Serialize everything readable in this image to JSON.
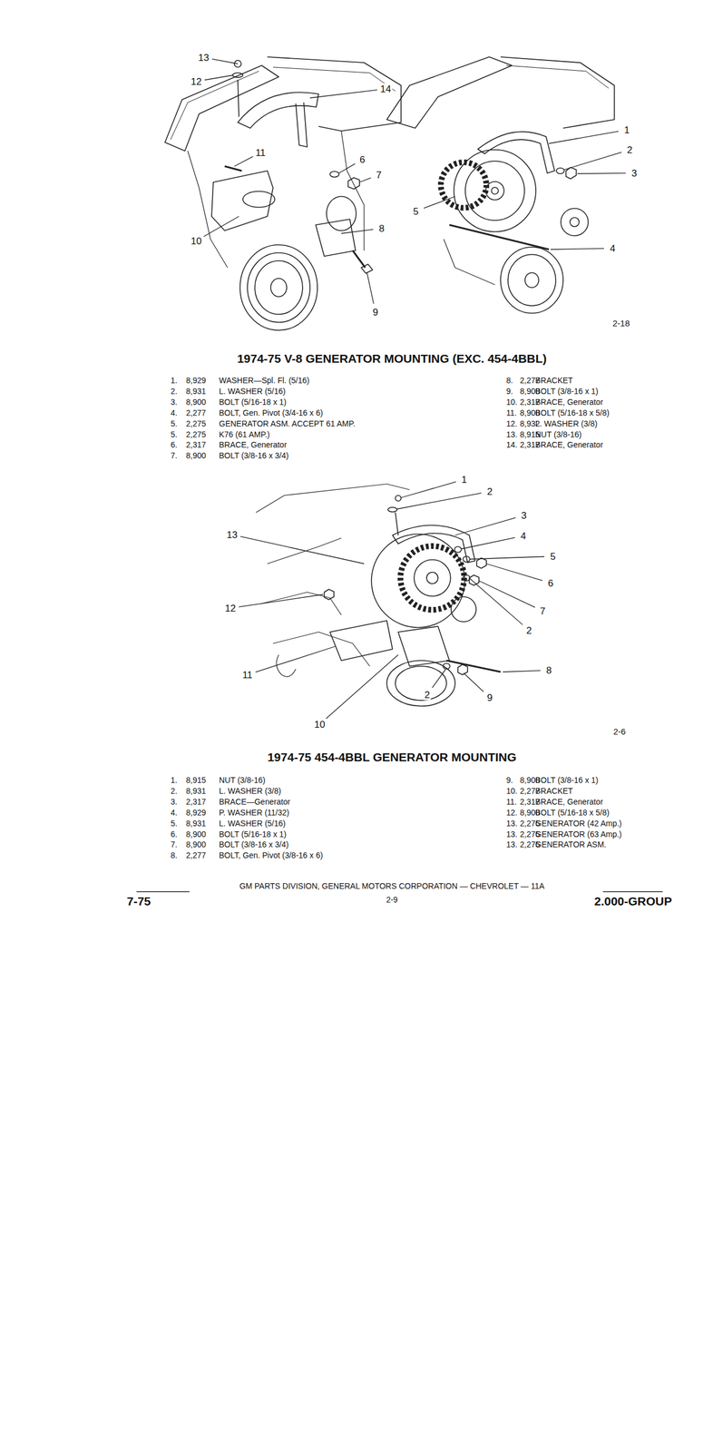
{
  "diagram": {
    "labels": [
      "13",
      "12",
      "14",
      "11",
      "6",
      "7",
      "1",
      "2",
      "3",
      "5",
      "10",
      "8",
      "4",
      "9",
      "2-18",
      "1974-75 V-8 GENERATOR MOUNTING (EXC. 454-4BBL)",
      "1.",
      "8,929",
      "WASHER—Spl. Fl. (5/16)",
      "2.",
      "8,931",
      "L. WASHER (5/16)",
      "3.",
      "8,900",
      "BOLT (5/16-18 x 1)",
      "4.",
      "2,277",
      "BOLT, Gen. Pivot (3/4-16 x 6)",
      "5.",
      "2,275",
      "GENERATOR ASM. ACCEPT 61 AMP.",
      "5.",
      "2,275",
      "K76 (61 AMP.)",
      "6.",
      "2,317",
      "BRACE, Generator",
      "7.",
      "8,900",
      "BOLT (3/8-16 x 3/4)",
      "8.",
      "2,277",
      "BRACKET",
      "9.",
      "8,900",
      "BOLT (3/8-16 x 1)",
      "10.",
      "2,317",
      "BRACE, Generator",
      "11.",
      "8,900",
      "BOLT (5/16-18 x 5/8)",
      "12.",
      "8,932",
      "L. WASHER (3/8)",
      "13.",
      "8,915",
      "NUT (3/8-16)",
      "14.",
      "2,317",
      "BRACE, Generator",
      "1",
      "2",
      "3",
      "13",
      "4",
      "5",
      "6",
      "12",
      "7",
      "2",
      "11",
      "8",
      "2",
      "9",
      "10",
      "2-6",
      "1974-75 454-4BBL GENERATOR MOUNTING",
      "1.",
      "8,915",
      "NUT (3/8-16)",
      "2.",
      "8,931",
      "L. WASHER (3/8)",
      "3.",
      "2,317",
      "BRACE—Generator",
      "4.",
      "8,929",
      "P. WASHER (11/32)",
      "5.",
      "8,931",
      "L. WASHER (5/16)",
      "6.",
      "8,900",
      "BOLT (5/16-18 x 1)",
      "7.",
      "8,900",
      "BOLT (3/8-16 x 3/4)",
      "8.",
      "2,277",
      "BOLT, Gen. Pivot (3/8-16 x 6)",
      "9.",
      "8,900",
      "BOLT (3/8-16 x 1)",
      "10.",
      "2,277",
      "BRACKET",
      "11.",
      "2,317",
      "BRACE, Generator",
      "12.",
      "8,900",
      "BOLT (5/16-18 x 5/8)",
      "13.",
      "2,275",
      "GENERATOR (42 Amp.)",
      "13.",
      "2,275",
      "GENERATOR (63 Amp.)",
      "13.",
      "2,275",
      "GENERATOR ASM.",
      "7-75",
      "GM PARTS DIVISION, GENERAL MOTORS CORPORATION — CHEVROLET — 11A",
      "2-9",
      "2.000-GROUP"
    ]
  }
}
